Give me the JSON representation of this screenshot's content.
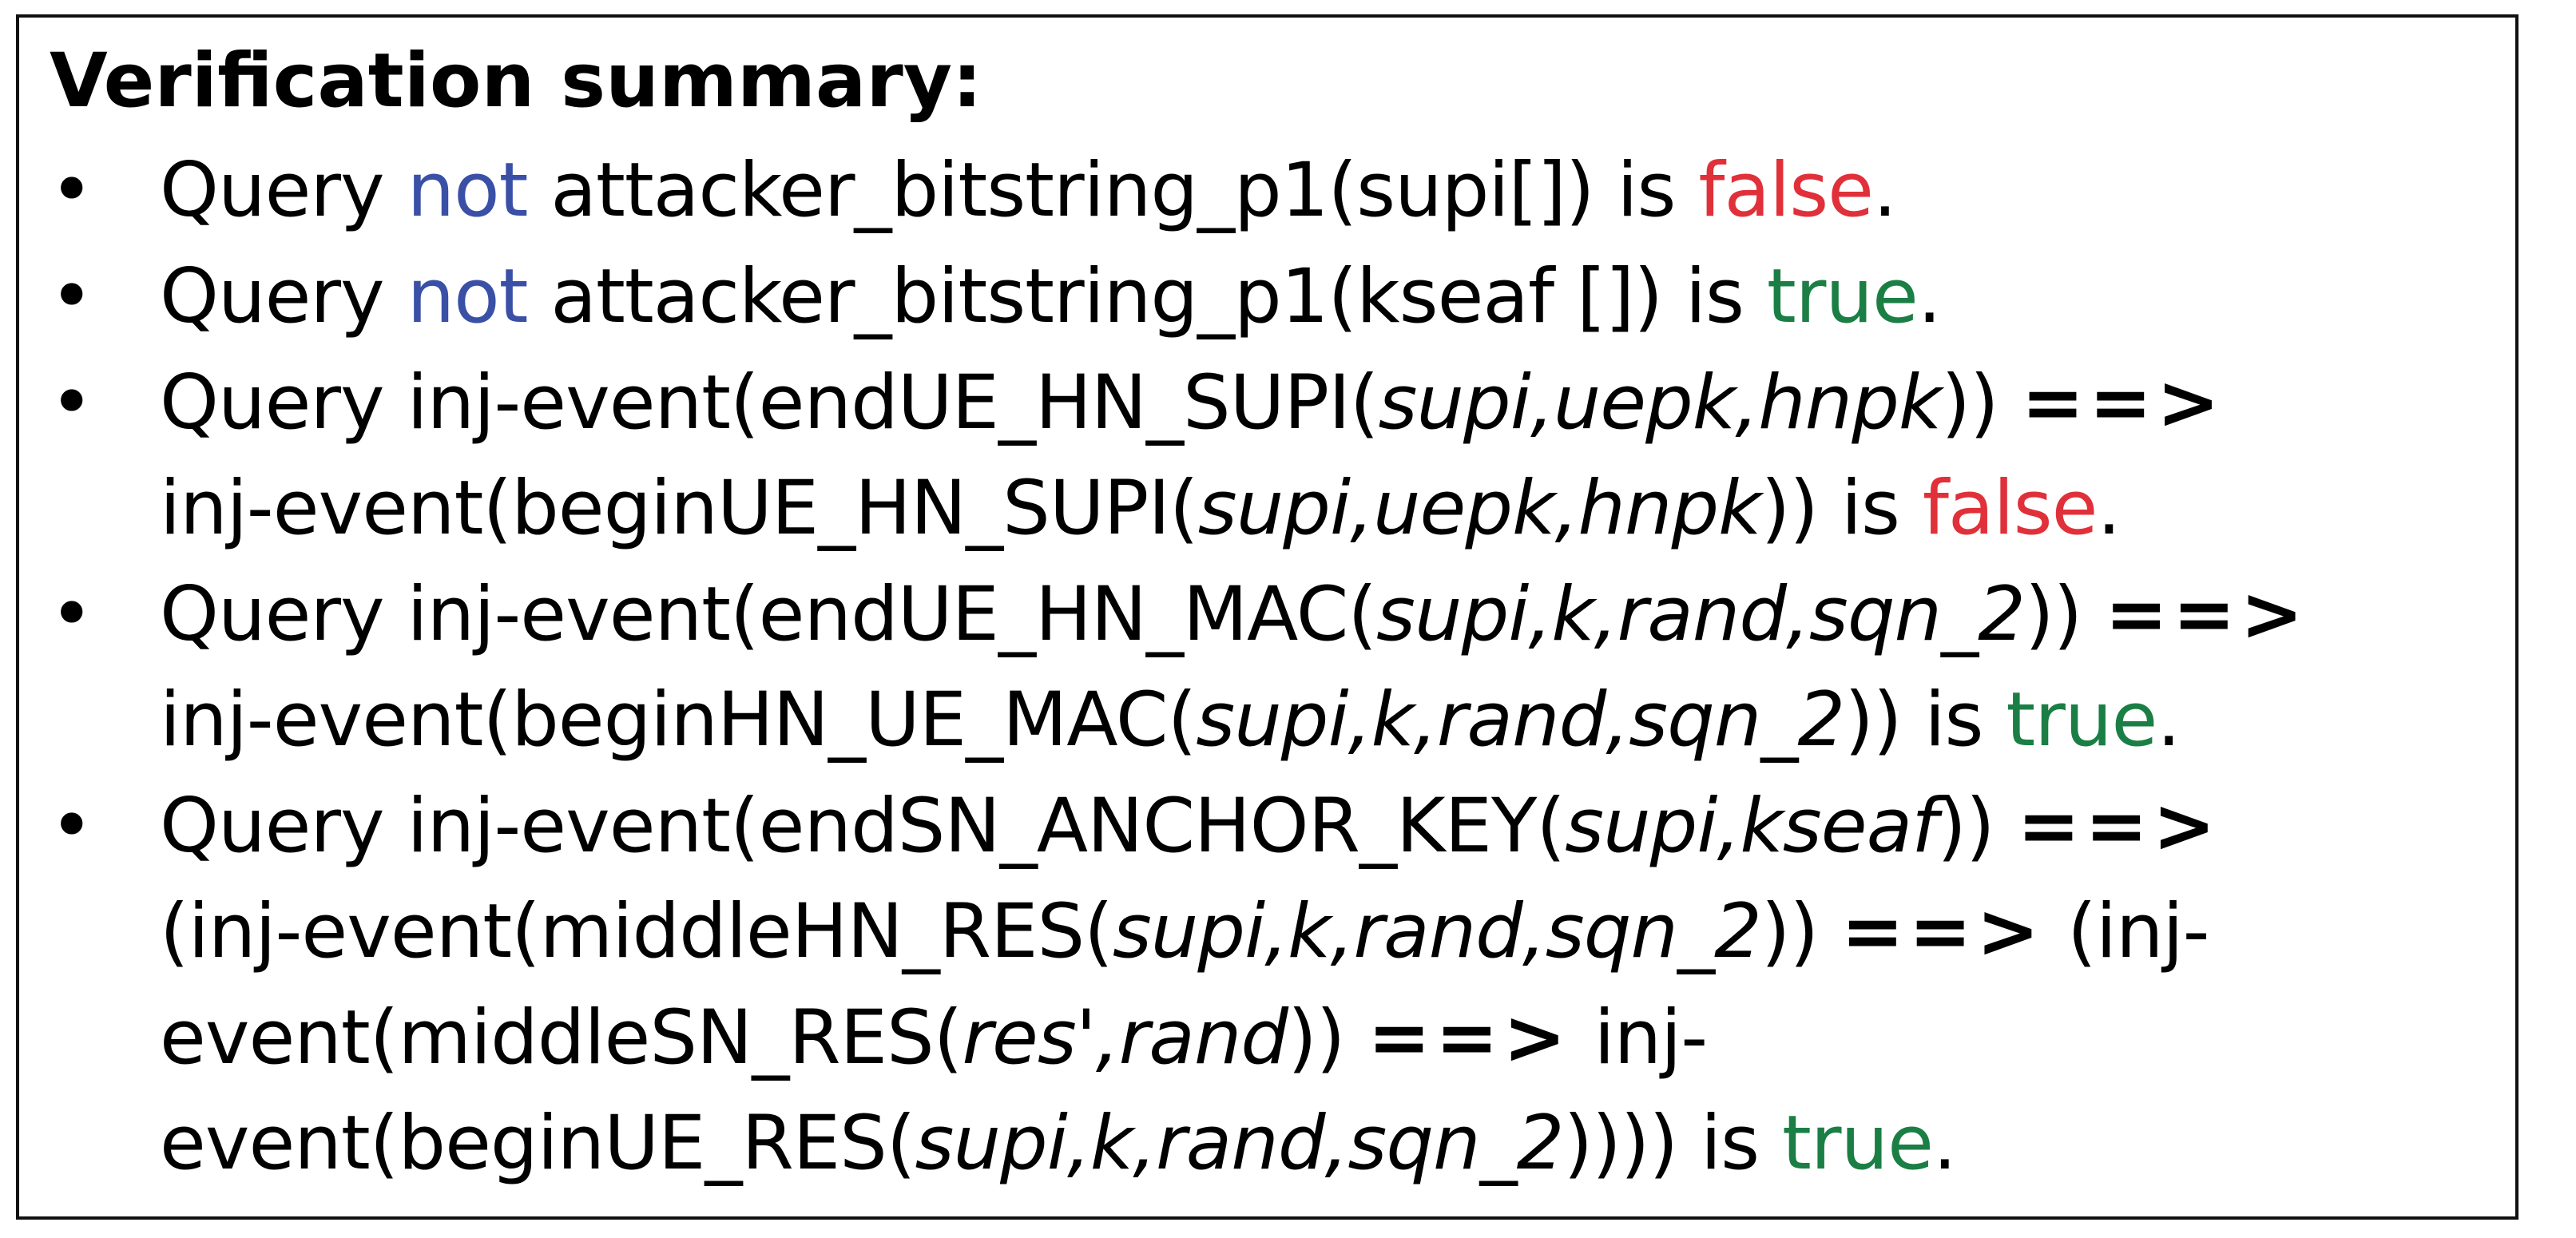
{
  "title": "Verification summary:",
  "bullet": "•",
  "lines": [
    {
      "q": "Query ",
      "kw": "not",
      "rest": " attacker_bitstring_p1(supi[]) is ",
      "result": "false",
      "end": "."
    },
    {
      "q": "Query ",
      "kw": "not",
      "rest": " attacker_bitstring_p1(kseaf []) is ",
      "result": "true",
      "end": "."
    },
    {
      "a": "Query inj-event(endUE_HN_SUPI(",
      "b": "supi,uepk,hnpk",
      "c": ")) ",
      "arrow": "==>"
    },
    {
      "a": "inj-event(beginUE_HN_SUPI(",
      "b": "supi,uepk,hnpk",
      "c": ")) is ",
      "result": "false",
      "end": "."
    },
    {
      "a": "Query inj-event(endUE_HN_MAC(",
      "b": "supi,k,rand,sqn_2",
      "c": ")) ",
      "arrow": "==>"
    },
    {
      "a": "inj-event(beginHN_UE_MAC(",
      "b": "supi,k,rand,sqn_2",
      "c": ")) is ",
      "result": "true",
      "end": "."
    },
    {
      "a": "Query inj-event(endSN_ANCHOR_KEY(",
      "b": "supi,kseaf",
      "c": ")) ",
      "arrow": "==>"
    },
    {
      "a": "(inj-event(middleHN_RES(",
      "b": "supi,k,rand,sqn_2",
      "c": ")) ",
      "arrow": "==>",
      "d": " (inj-"
    },
    {
      "a": "event(middleSN_RES(",
      "b": "res',rand",
      "c": ")) ",
      "arrow": "==>",
      "d": " inj-"
    },
    {
      "a": "event(beginUE_RES(",
      "b": "supi,k,rand,sqn_2",
      "c": ")))) is ",
      "result": "true",
      "end": "."
    }
  ]
}
